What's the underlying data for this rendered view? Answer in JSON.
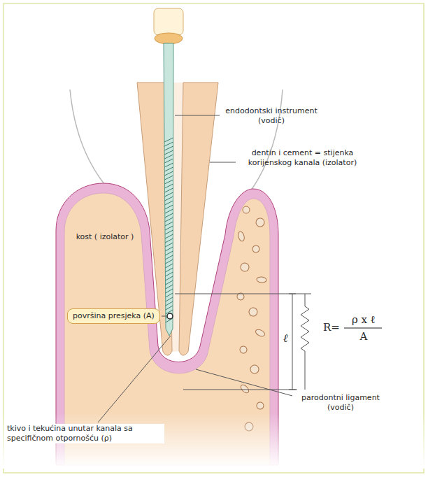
{
  "diagram": {
    "nodes": [
      {
        "text": [
          "površina presjeka (A)"
        ]
      }
    ],
    "labels": [
      "endodontski instrument (vodič)",
      "dentin i cement = stijenka korijenskog kanala (izolator)",
      "kost ( izolator )",
      "ℓ",
      "R=",
      "ρ x ℓ",
      "A",
      "parodontni ligament (vodič)",
      "tkivo i tekućina unutar kanala sa specifičnom otpornošću (ρ)"
    ]
  }
}
